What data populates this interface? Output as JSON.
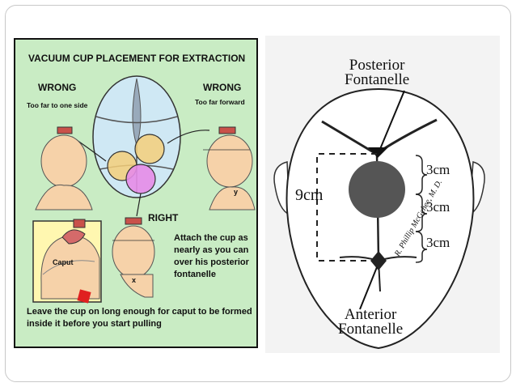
{
  "left_panel": {
    "title": "VACUUM CUP PLACEMENT FOR EXTRACTION",
    "wrong_left": "WRONG",
    "wrong_left_note": "Too far to one side",
    "wrong_right": "WRONG",
    "wrong_right_note": "Too far forward",
    "right_label": "RIGHT",
    "attach_text": "Attach the cup as nearly as you can over his posterior fontanelle",
    "caput_label": "Caput",
    "x_label": "x",
    "y_label": "y",
    "leave_text": "Leave the cup on long enough for caput to be formed inside it before you start pulling"
  },
  "right_panel": {
    "posterior_label": "Posterior",
    "posterior_label2": "Fontanelle",
    "anterior_label": "Anterior",
    "anterior_label2": "Fontanelle",
    "measure_9cm": "9cm",
    "measure_3cm_1": "3cm",
    "measure_3cm_2": "3cm",
    "measure_3cm_3": "3cm",
    "signature": "R. Phillip McGehee, M. D."
  },
  "colors": {
    "panel_bg": "#c9ecc4",
    "skin": "#f6d2a9",
    "cup_yellow": "#f5cf7a",
    "cup_pink": "#e58ce8",
    "skull_blue": "#cfe8f4",
    "caput_red": "#e02020"
  }
}
